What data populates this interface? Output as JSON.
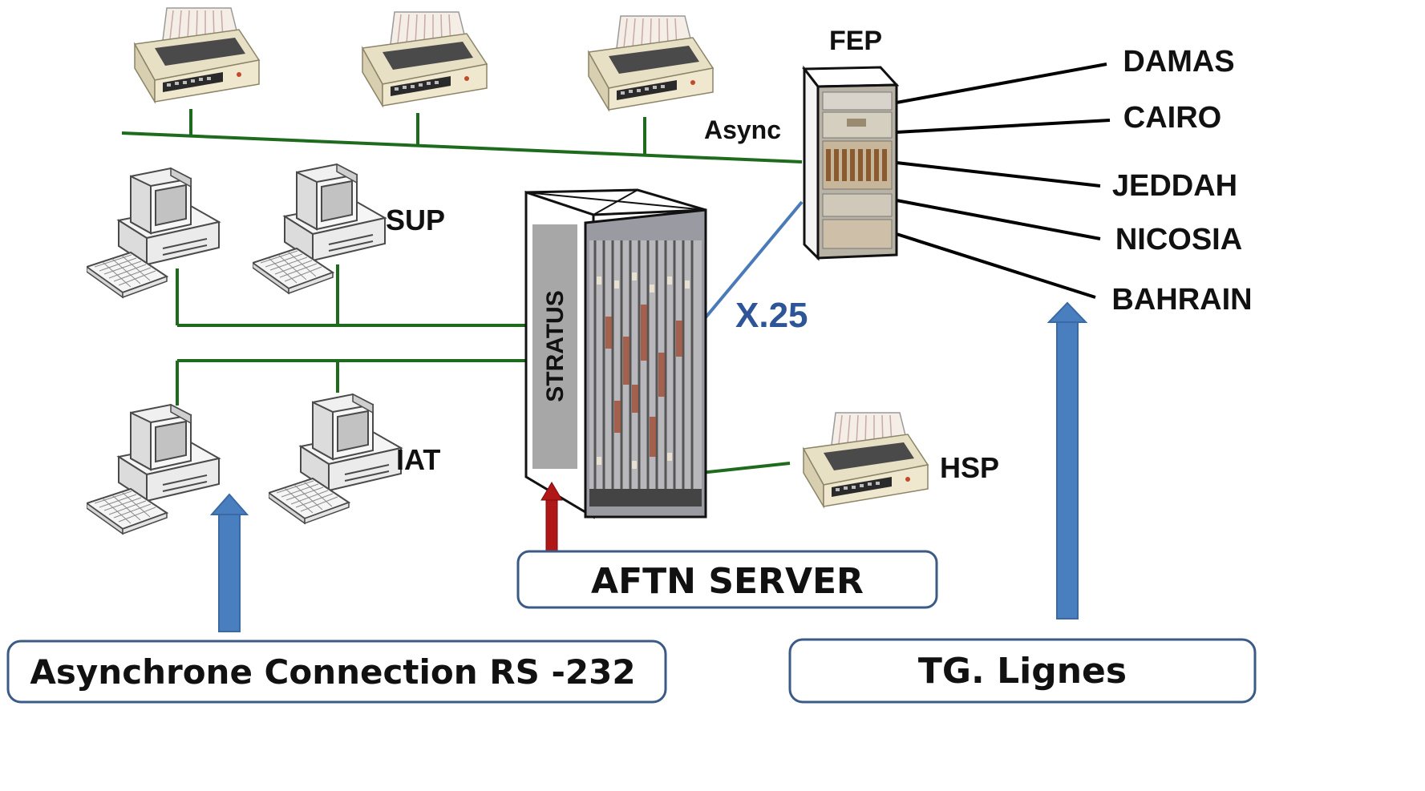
{
  "colors": {
    "bus_line": "#1e6b1e",
    "dest_line": "#000000",
    "x25_line": "#4a7ab8",
    "x25_text": "#2e5597",
    "arrow_blue": "#4a7fbf",
    "arrow_red": "#b01818",
    "box_border": "#3b5b86",
    "rack_label_bg": "#a7a7a7",
    "printer_body": "#efe8cf",
    "computer_body": "#f2f2f2"
  },
  "labels": {
    "fep": "FEP",
    "async": "Async",
    "sup": "SUP",
    "iat": "IAT",
    "hsp": "HSP",
    "x25": "X.25",
    "stratus": "STRATUS"
  },
  "destinations": [
    "DAMAS",
    "CAIRO",
    "JEDDAH",
    "NICOSIA",
    "BAHRAIN"
  ],
  "boxes": {
    "aftn_server": "AFTN SERVER",
    "async_connection": "Asynchrone Connection RS -232",
    "tg_lignes": "TG. Lignes"
  },
  "icons": {
    "printer": "dot-matrix-printer-icon",
    "computer": "desktop-computer-icon",
    "server": "stratus-server-rack",
    "fep": "fep-cabinet"
  }
}
